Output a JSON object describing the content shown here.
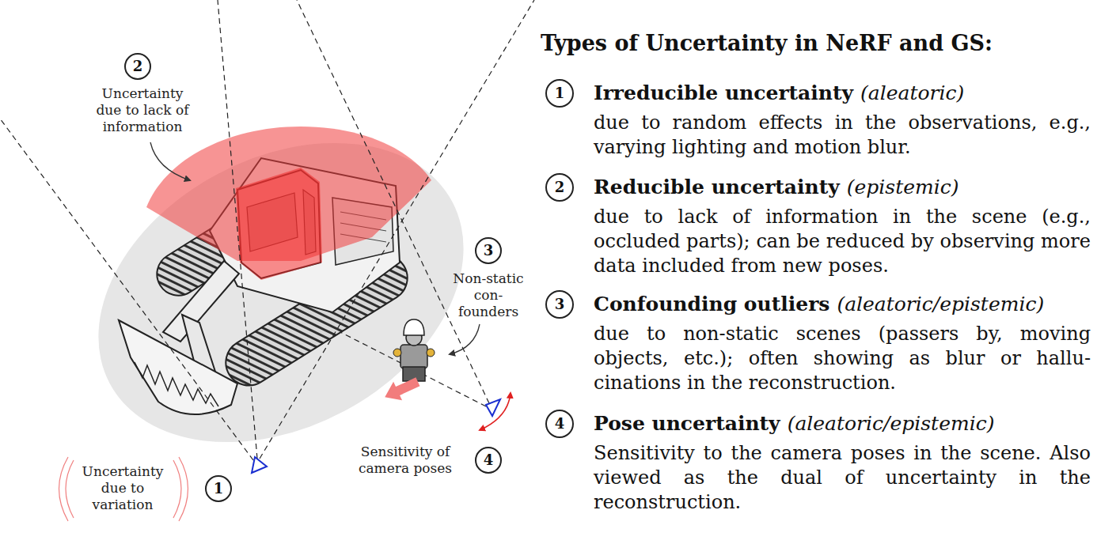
{
  "diagram": {
    "title": "Types of Uncertainty in NeRF and GS:",
    "nodes": [
      {
        "text": [
          "2"
        ]
      },
      {
        "text": [
          "3"
        ]
      },
      {
        "text": [
          "4"
        ]
      },
      {
        "text": [
          "1"
        ]
      },
      {
        "text": [
          "1"
        ]
      },
      {
        "text": [
          "2"
        ]
      },
      {
        "text": [
          "3"
        ]
      },
      {
        "text": [
          "4"
        ]
      }
    ],
    "labels": [
      "Uncertainty due to lack of information",
      "Non-static con- founders",
      "Sensitivity of camera poses",
      "Uncertainty due to variation",
      "Irreducible uncertainty",
      "(aleatoric)",
      "due to random effects in the observations, e.g., varying lighting and motion blur.",
      "Reducible uncertainty",
      "(epistemic)",
      "due to lack of information in the scene (e.g., occluded parts); can be reduced by observing more data included from new poses.",
      "Confounding outliers",
      "(aleatoric/epistemic)",
      "due to non-static scenes (passers by, moving objects, etc.); often showing as blur or hallu- cinations in the reconstruction.",
      "Pose uncertainty",
      "(aleatoric/epistemic)",
      "Sensitivity to the camera poses in the scene. Also viewed as the dual of uncertainty in the reconstruction."
    ]
  }
}
